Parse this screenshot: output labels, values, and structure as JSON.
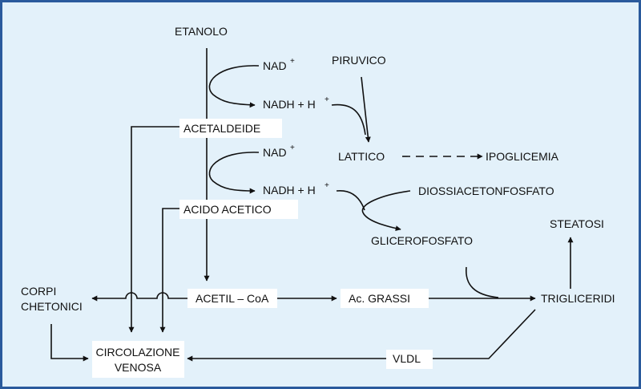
{
  "colors": {
    "background": "#e3f1fa",
    "border": "#2a5a9c",
    "line": "#111111",
    "label_box": "#ffffff"
  },
  "nodes": {
    "ethanol": "ETANOLO",
    "nad_1": "NAD",
    "nadh_1": "NADH + H",
    "acetaldehyde": "ACETALDEIDE",
    "nad_2": "NAD",
    "nadh_2": "NADH + H",
    "acetic_acid": "ACIDO ACETICO",
    "pyruvate": "PIRUVICO",
    "lactate": "LATTICO",
    "hypoglycemia": "IPOGLICEMIA",
    "dhap": "DIOSSIACETONFOSFATO",
    "glycerophosphate": "GLICEROFOSFATO",
    "steatosis": "STEATOSI",
    "acetyl_coa": "ACETIL – CoA",
    "fatty_acids": "Ac. GRASSI",
    "triglycerides": "TRIGLICERIDI",
    "ketone_bodies_line1": "CORPI",
    "ketone_bodies_line2": "CHETONICI",
    "circulation_line1": "CIRCOLAZIONE",
    "circulation_line2": "VENOSA",
    "vldl": "VLDL",
    "plus_sign": "+"
  }
}
